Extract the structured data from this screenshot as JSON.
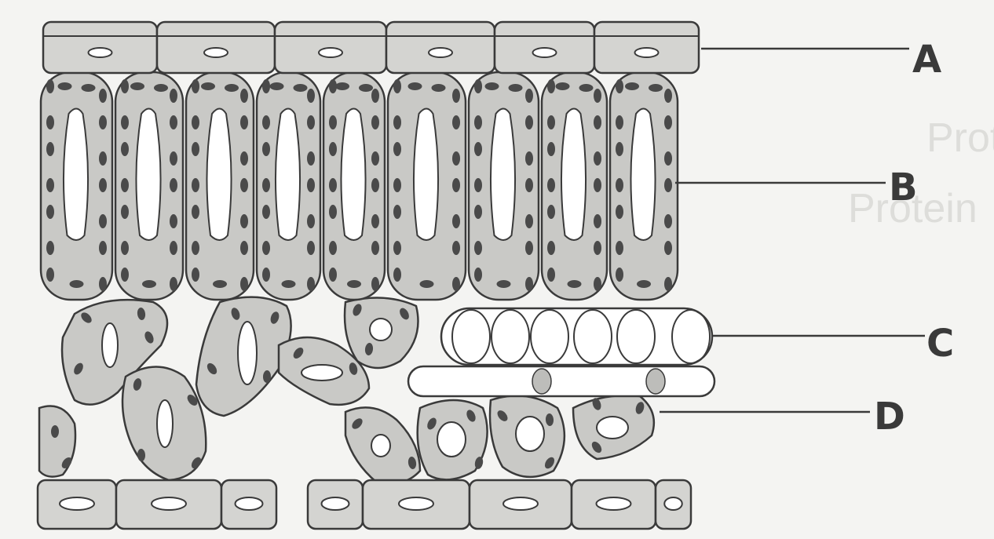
{
  "figure": {
    "labels": [
      "A",
      "B",
      "C",
      "D"
    ],
    "show_through_text": [
      "Protei",
      "Protein"
    ]
  },
  "colors": {
    "background": "#f4f4f2",
    "ink": "#3a3a3a",
    "cell_fill": "#c9c9c6",
    "epidermis_fill": "#d4d4d1",
    "chloroplast": "#4a4a4a",
    "vacuole": "#ffffff"
  }
}
